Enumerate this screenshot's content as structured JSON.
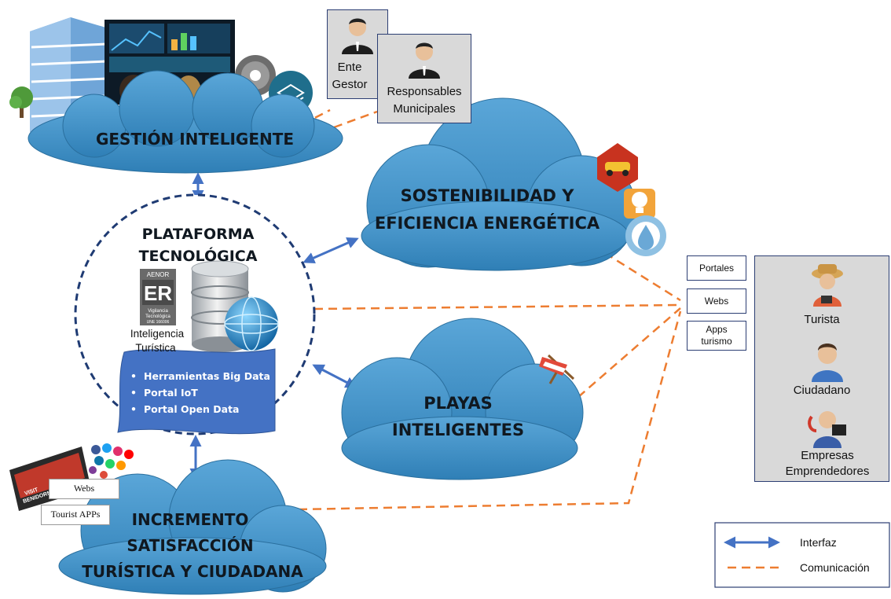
{
  "colors": {
    "cloud_fill": "#3b8ec4",
    "cloud_light": "#5aa6d8",
    "cloud_edge": "#2a6f9e",
    "circle_stroke": "#1f3b73",
    "interface_arrow": "#4472c4",
    "communication_line": "#ed7d31",
    "scroll_fill": "#4472c4",
    "panel_gray": "#d9d9d9"
  },
  "clouds": {
    "gestion": "GESTIÓN INTELIGENTE",
    "sostenibilidad_l1": "SOSTENIBILIDAD Y",
    "sostenibilidad_l2": "EFICIENCIA ENERGÉTICA",
    "playas_l1": "PLAYAS",
    "playas_l2": "INTELIGENTES",
    "incremento_l1": "INCREMENTO",
    "incremento_l2": "SATISFACCIÓN",
    "incremento_l3": "TURÍSTICA Y CIUDADANA"
  },
  "platform": {
    "title_l1": "PLATAFORMA",
    "title_l2": "TECNOLÓGICA",
    "aenor_l1": "AENOR",
    "aenor_mark": "ER",
    "aenor_l2": "Vigilancia",
    "aenor_l3": "Tecnológica",
    "aenor_l4": "UNE 166006",
    "inteligencia_l1": "Inteligencia",
    "inteligencia_l2": "Turística",
    "tools": [
      "Herramientas Big Data",
      "Portal IoT",
      "Portal Open Data"
    ]
  },
  "actors_top": {
    "ente_l1": "Ente",
    "ente_l2": "Gestor",
    "resp_l1": "Responsables",
    "resp_l2": "Municipales"
  },
  "channels": [
    "Portales",
    "Webs",
    "Apps turismo"
  ],
  "users": {
    "turista": "Turista",
    "ciudadano": "Ciudadano",
    "empresas_l1": "Empresas",
    "empresas_l2": "Emprendedores"
  },
  "satisfaction_cards": {
    "webs": "Webs",
    "apps": "Tourist APPs",
    "brand_l1": "VISIT",
    "brand_l2": "BENIDORM"
  },
  "legend": {
    "interfaz": "Interfaz",
    "comunicacion": "Comunicación"
  },
  "icons": [
    "building-icon",
    "tree-icon",
    "dashboard-screen-icon",
    "disc-icon",
    "layers-icon",
    "person-icon",
    "database-icon",
    "globe-icon",
    "car-icon",
    "lightbulb-icon",
    "water-drop-icon",
    "beach-chair-icon",
    "tourist-icon",
    "citizen-icon",
    "business-icon",
    "social-media-icon"
  ]
}
